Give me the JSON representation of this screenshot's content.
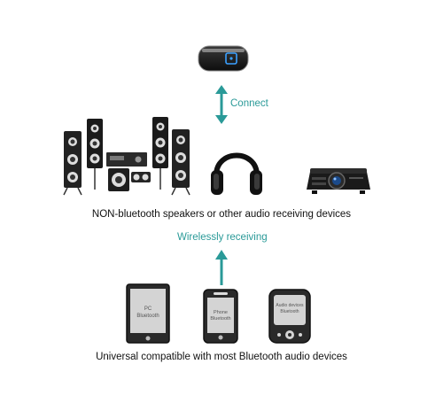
{
  "labels": {
    "connect": "Connect",
    "row1_caption": "NON-bluetooth speakers or other audio receiving devices",
    "wireless": "Wirelessly receiving",
    "row2_caption": "Universal compatible with most Bluetooth audio devices"
  },
  "devices": {
    "tablet_label_line1": "PC",
    "tablet_label_line2": "Bluetooth",
    "phone_label_line1": "Phone",
    "phone_label_line2": "Bluetooth",
    "audio_label_line1": "Audio devices",
    "audio_label_line2": "Bluetooth"
  },
  "colors": {
    "accent": "#2a9a98",
    "text": "#111111"
  },
  "icons": [
    "transmitter-icon",
    "speaker-system-icon",
    "headphones-icon",
    "projector-icon",
    "tablet-icon",
    "phone-icon",
    "audio-device-icon",
    "double-arrow-icon",
    "up-arrow-icon"
  ]
}
